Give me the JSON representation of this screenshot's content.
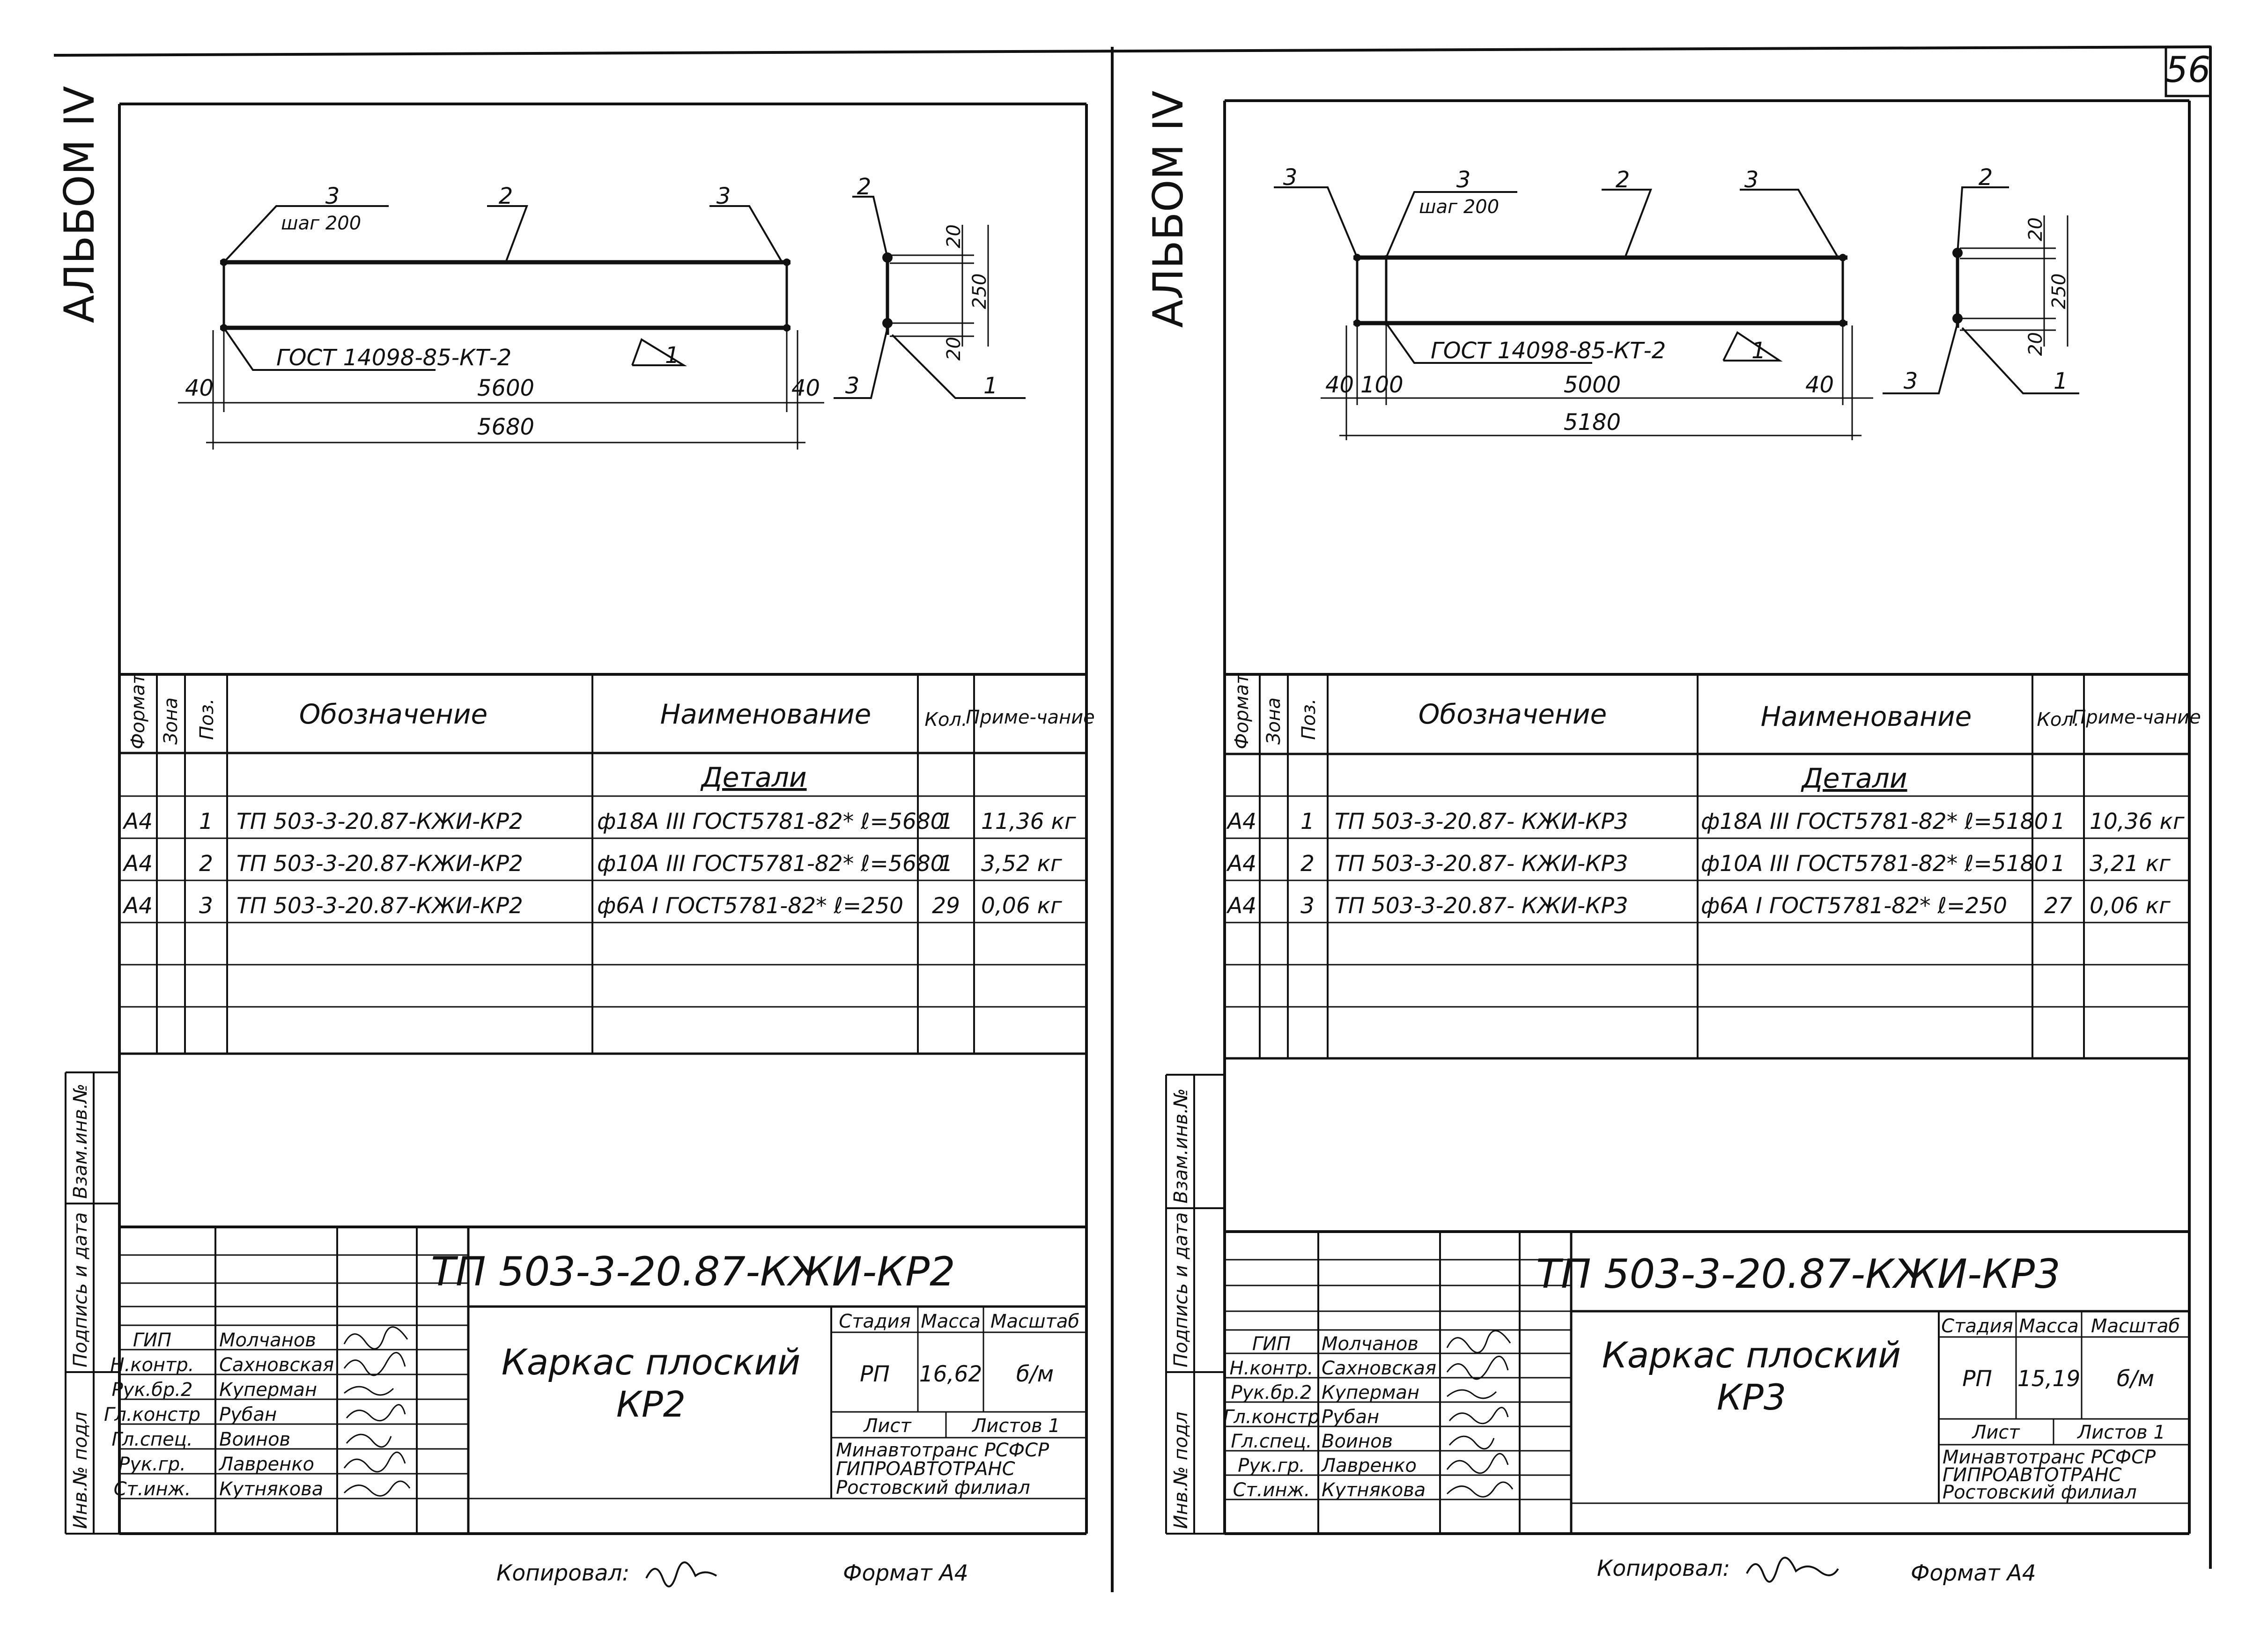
{
  "page_number": "56",
  "footer": {
    "copied_label": "Копировал:",
    "format_label": "Формат А4"
  },
  "side_columns": {
    "inv": "Инв.№ подл",
    "sign": "Подпись и дата",
    "vzam": "Взам.инв.№"
  },
  "table_headers": {
    "format": "Формат",
    "zone": "Зона",
    "pos": "Поз.",
    "designation": "Обозначение",
    "name": "Наименование",
    "qty": "Кол.",
    "note": "Приме-чание",
    "section": "Детали"
  },
  "title_block_labels": {
    "stage": "Стадия",
    "mass": "Масса",
    "scale": "Масштаб",
    "sheet": "Лист",
    "sheets": "Листов 1",
    "org1": "Минавтотранс РСФСР",
    "org2": "ГИПРОАВТОТРАНС",
    "org3": "Ростовский филиал"
  },
  "roles": [
    "ГИП",
    "Н.контр.",
    "Рук.бр.2",
    "Гл.констр",
    "Гл.спец.",
    "Рук.гр.",
    "Ст.инж."
  ],
  "people": [
    "Молчанов",
    "Сахновская",
    "Куперман",
    "Рубан",
    "Воинов",
    "Лавренко",
    "Кутнякова"
  ],
  "sheets": [
    {
      "album": "АЛЬБОМ IV",
      "drawing": {
        "label_3_left": "3",
        "label_step": "шаг 200",
        "label_2": "2",
        "label_3_right": "3",
        "label_gost": "ГОСТ 14098-85-КТ-2",
        "label_1": "1",
        "dim_40_left": "40",
        "dim_inner": "5600",
        "dim_40_right": "40",
        "dim_total": "5680",
        "sec_2": "2",
        "sec_3": "3",
        "sec_1": "1",
        "sec_d1": "20",
        "sec_d2": "250",
        "sec_d3": "20"
      },
      "rows": [
        {
          "format": "А4",
          "pos": "1",
          "designation": "ТП 503-3-20.87-КЖИ-КР2",
          "name": "ф18А III ГОСТ5781-82* ℓ=5680",
          "qty": "1",
          "note": "11,36 кг"
        },
        {
          "format": "А4",
          "pos": "2",
          "designation": "ТП 503-3-20.87-КЖИ-КР2",
          "name": "ф10А III ГОСТ5781-82* ℓ=5680",
          "qty": "1",
          "note": "3,52 кг"
        },
        {
          "format": "А4",
          "pos": "3",
          "designation": "ТП 503-3-20.87-КЖИ-КР2",
          "name": "ф6А I ГОСТ5781-82* ℓ=250",
          "qty": "29",
          "note": "0,06 кг"
        }
      ],
      "code": "ТП 503-3-20.87-КЖИ-КР2",
      "title_line1": "Каркас плоский",
      "title_line2": "КР2",
      "stage": "РП",
      "mass": "16,62",
      "scale": "б/м"
    },
    {
      "album": "АЛЬБОМ IV",
      "drawing": {
        "label_3_left": "3",
        "label_3_step": "3",
        "label_step": "шаг 200",
        "label_2": "2",
        "label_3_right": "3",
        "label_gost": "ГОСТ 14098-85-КТ-2",
        "label_1": "1",
        "dim_40_left": "40",
        "dim_100": "100",
        "dim_inner": "5000",
        "dim_40_right": "40",
        "dim_total": "5180",
        "sec_2": "2",
        "sec_3": "3",
        "sec_1": "1",
        "sec_d1": "20",
        "sec_d2": "250",
        "sec_d3": "20"
      },
      "rows": [
        {
          "format": "А4",
          "pos": "1",
          "designation": "ТП 503-3-20.87- КЖИ-КР3",
          "name": "ф18А III ГОСТ5781-82* ℓ=5180",
          "qty": "1",
          "note": "10,36 кг"
        },
        {
          "format": "А4",
          "pos": "2",
          "designation": "ТП 503-3-20.87- КЖИ-КР3",
          "name": "ф10А III ГОСТ5781-82* ℓ=5180",
          "qty": "1",
          "note": "3,21 кг"
        },
        {
          "format": "А4",
          "pos": "3",
          "designation": "ТП 503-3-20.87- КЖИ-КР3",
          "name": "ф6А I ГОСТ5781-82* ℓ=250",
          "qty": "27",
          "note": "0,06 кг"
        }
      ],
      "code": "ТП 503-3-20.87-КЖИ-КР3",
      "title_line1": "Каркас плоский",
      "title_line2": "КР3",
      "stage": "РП",
      "mass": "15,19",
      "scale": "б/м"
    }
  ]
}
